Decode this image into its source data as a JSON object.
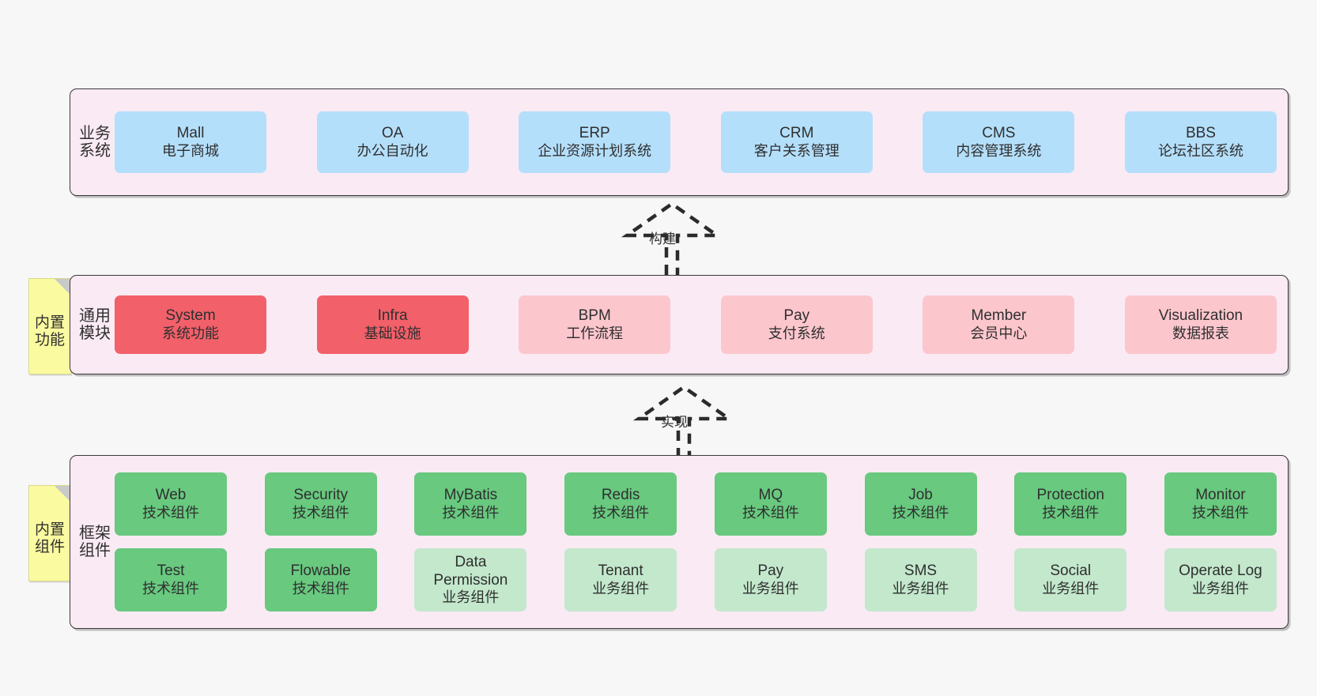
{
  "background": "#f7f7f7",
  "palette": {
    "container_bg": "#faeaf4",
    "container_border": "#3a3a3a",
    "blue": "#b4dffb",
    "red": "#f2606a",
    "pink": "#fcc6cd",
    "green": "#68c97f",
    "green_light": "#c3e8cc",
    "note_yellow": "#fafaa0"
  },
  "tiers": [
    {
      "title": "业务系统",
      "cards": [
        {
          "name": "Mall",
          "desc": "电子商城"
        },
        {
          "name": "OA",
          "desc": "办公自动化"
        },
        {
          "name": "ERP",
          "desc": "企业资源计划系统"
        },
        {
          "name": "CRM",
          "desc": "客户关系管理"
        },
        {
          "name": "CMS",
          "desc": "内容管理系统"
        },
        {
          "name": "BBS",
          "desc": "论坛社区系统"
        }
      ]
    },
    {
      "title": "通用模块",
      "note": "内置功能",
      "cards": [
        {
          "name": "System",
          "desc": "系统功能",
          "color": "red"
        },
        {
          "name": "Infra",
          "desc": "基础设施",
          "color": "red"
        },
        {
          "name": "BPM",
          "desc": "工作流程",
          "color": "pink"
        },
        {
          "name": "Pay",
          "desc": "支付系统",
          "color": "pink"
        },
        {
          "name": "Member",
          "desc": "会员中心",
          "color": "pink"
        },
        {
          "name": "Visualization",
          "desc": "数据报表",
          "color": "pink"
        }
      ]
    },
    {
      "title": "框架组件",
      "note": "内置组件",
      "columns": [
        [
          {
            "name": "Web",
            "desc": "技术组件",
            "color": "green"
          },
          {
            "name": "Test",
            "desc": "技术组件",
            "color": "green"
          }
        ],
        [
          {
            "name": "Security",
            "desc": "技术组件",
            "color": "green"
          },
          {
            "name": "Flowable",
            "desc": "技术组件",
            "color": "green"
          }
        ],
        [
          {
            "name": "MyBatis",
            "desc": "技术组件",
            "color": "green"
          },
          {
            "name": "Data Permission",
            "desc": "业务组件",
            "color": "green_light"
          }
        ],
        [
          {
            "name": "Redis",
            "desc": "技术组件",
            "color": "green"
          },
          {
            "name": "Tenant",
            "desc": "业务组件",
            "color": "green_light"
          }
        ],
        [
          {
            "name": "MQ",
            "desc": "技术组件",
            "color": "green"
          },
          {
            "name": "Pay",
            "desc": "业务组件",
            "color": "green_light"
          }
        ],
        [
          {
            "name": "Job",
            "desc": "技术组件",
            "color": "green"
          },
          {
            "name": "SMS",
            "desc": "业务组件",
            "color": "green_light"
          }
        ],
        [
          {
            "name": "Protection",
            "desc": "技术组件",
            "color": "green"
          },
          {
            "name": "Social",
            "desc": "业务组件",
            "color": "green_light"
          }
        ],
        [
          {
            "name": "Monitor",
            "desc": "技术组件",
            "color": "green"
          },
          {
            "name": "Operate Log",
            "desc": "业务组件",
            "color": "green_light"
          }
        ]
      ]
    }
  ],
  "connectors": [
    {
      "label": "构建",
      "style": "dashed-generalization",
      "direction": "up"
    },
    {
      "label": "实现",
      "style": "dashed-generalization",
      "direction": "up"
    }
  ]
}
